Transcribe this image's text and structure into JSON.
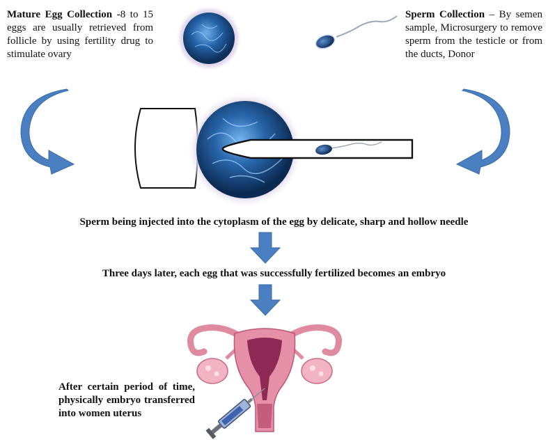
{
  "egg_collection": {
    "title": "Mature Egg Collection -",
    "body": "8 to 15 eggs are usually retrieved from follicle by using fertility drug to stimulate ovary"
  },
  "sperm_collection": {
    "title": "Sperm Collection",
    "body": " – By semen sample, Microsurgery to remove sperm from the testicle or from the ducts, Donor"
  },
  "step_injection": "Sperm being injected into the cytoplasm of the egg by delicate, sharp and hollow needle",
  "step_embryo": "Three days later, each egg that was successfully fertilized becomes an embryo",
  "step_transfer": "After certain period of time, physically embryo transferred into women uterus",
  "colors": {
    "arrow_blue": "#4a7fc1",
    "egg_core": "#1b4f8a",
    "uterus_pink": "#e08aa0",
    "ovary_pink": "#f2b3c2"
  }
}
